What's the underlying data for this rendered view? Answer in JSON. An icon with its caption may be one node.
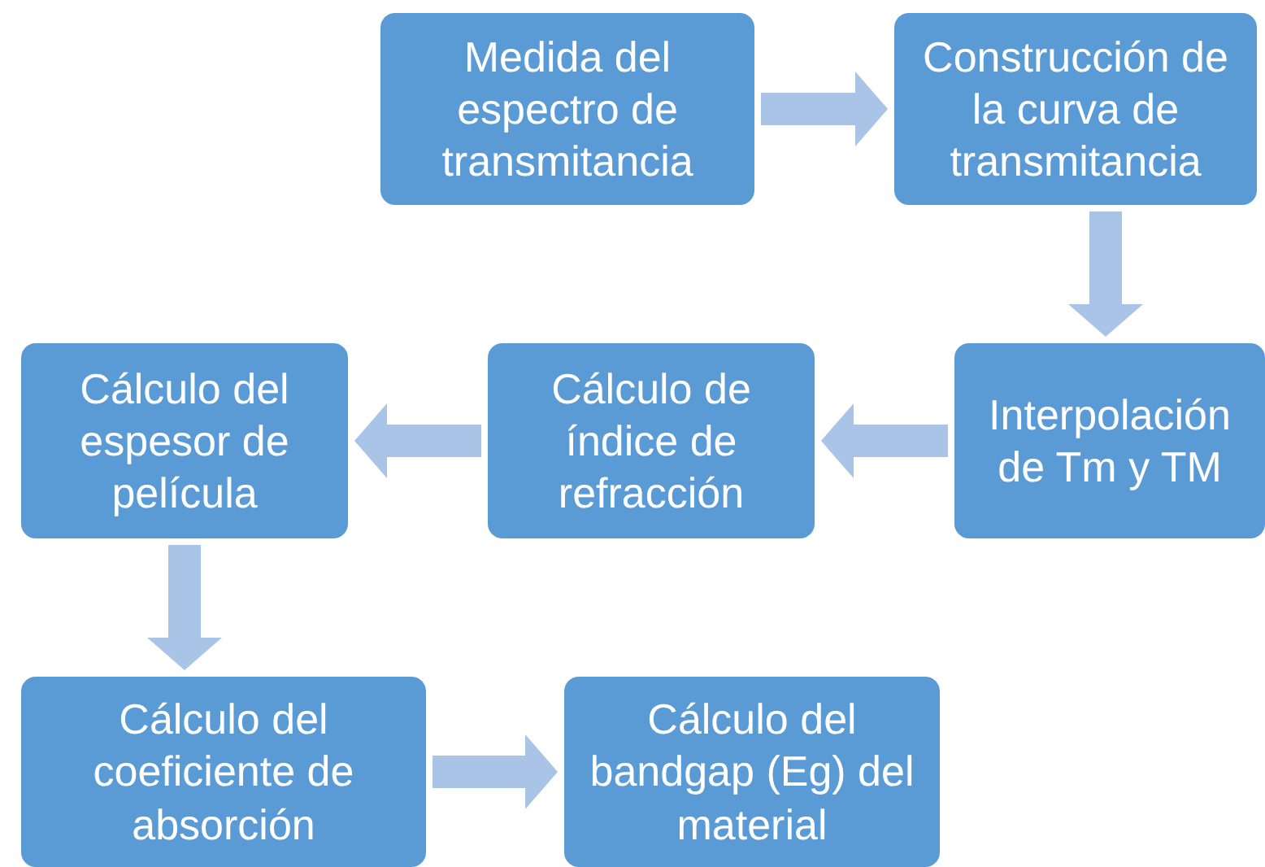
{
  "diagram": {
    "nodes": [
      {
        "text": [
          "Medida del espectro de transmitancia"
        ]
      },
      {
        "text": [
          "Construcción de la curva de transmitancia"
        ]
      },
      {
        "text": [
          "Interpolación de Tm y TM"
        ]
      },
      {
        "text": [
          "Cálculo de índice de refracción"
        ]
      },
      {
        "text": [
          "Cálculo del espesor de película"
        ]
      },
      {
        "text": [
          "Cálculo del coeficiente de absorción"
        ]
      },
      {
        "text": [
          "Cálculo del bandgap (Eg) del material"
        ]
      }
    ],
    "edges": [
      {
        "from": 0,
        "to": 1,
        "arrow": "to"
      },
      {
        "from": 1,
        "to": 2,
        "arrow": "to"
      },
      {
        "from": 2,
        "to": 3,
        "arrow": "to"
      },
      {
        "from": 3,
        "to": 4,
        "arrow": "to"
      },
      {
        "from": 4,
        "to": 5,
        "arrow": "to"
      },
      {
        "from": 5,
        "to": 6,
        "arrow": "to"
      }
    ]
  }
}
